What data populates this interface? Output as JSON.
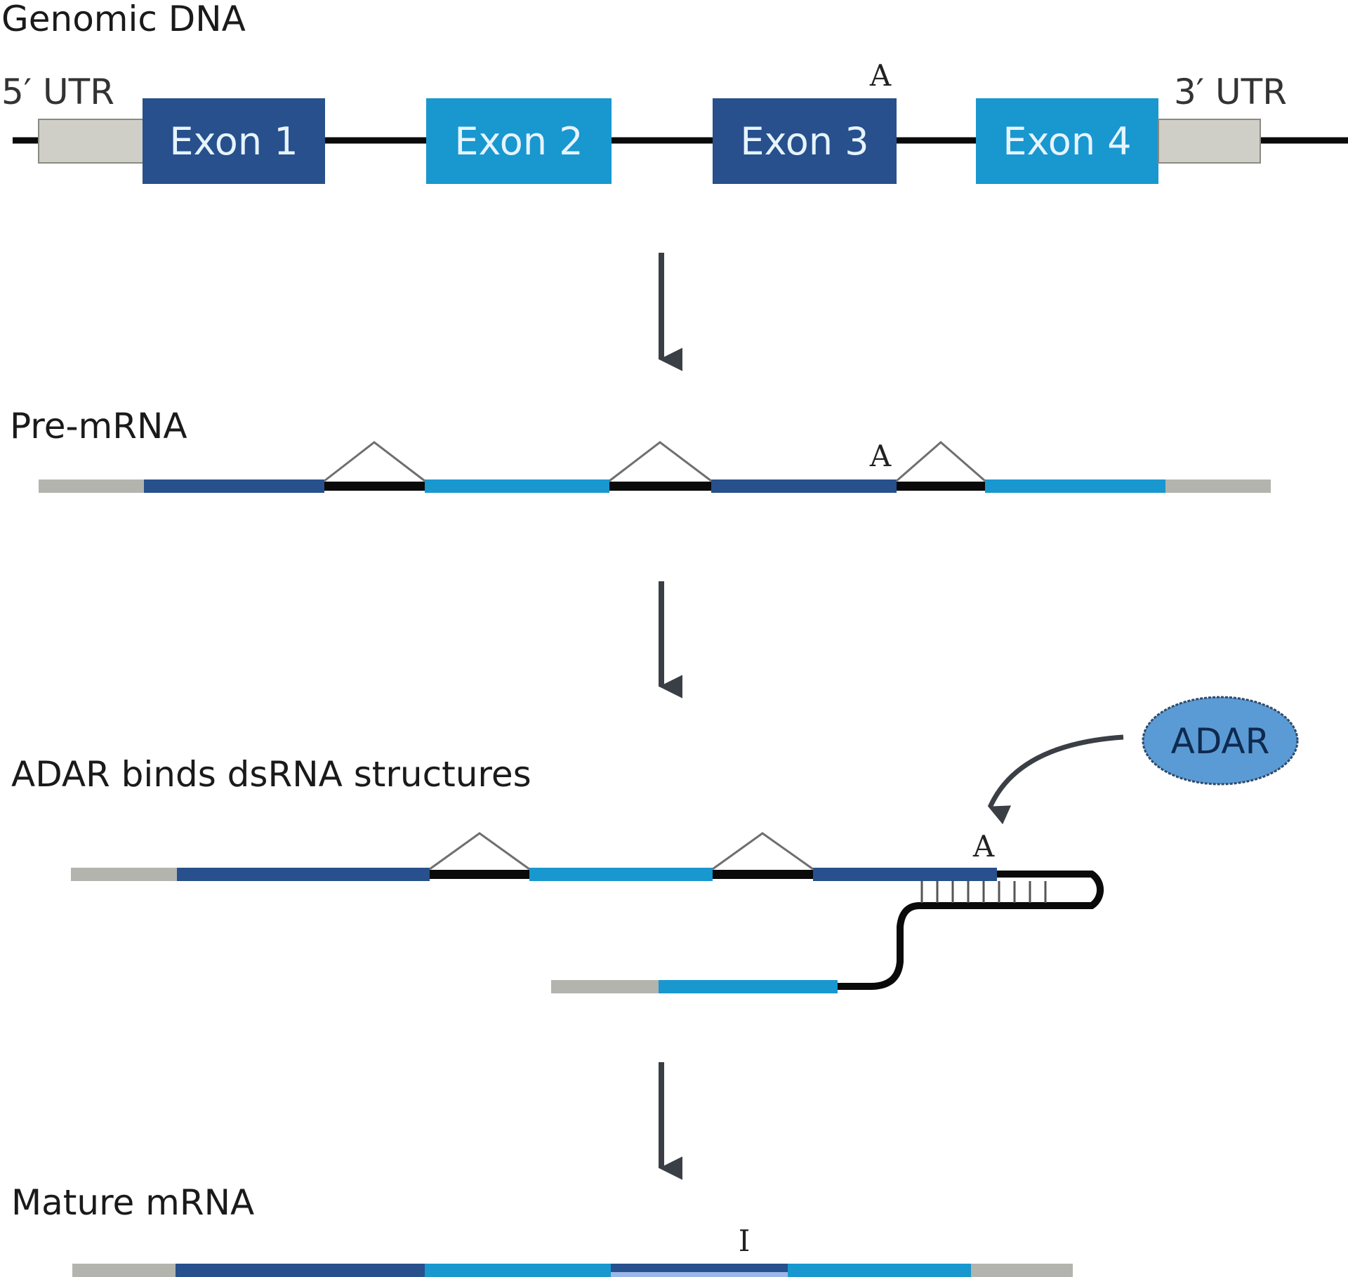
{
  "colors": {
    "exon_dark": "#27508c",
    "exon_light": "#1997cf",
    "utr": "#b4b4ae",
    "utr_box": "#cfcfc8",
    "intron": "#0a0a0a",
    "arrow": "#3a3f45",
    "splice": "#6f6f6f",
    "adar_fill": "#5b9bd5",
    "adar_stroke": "#2e4a6b",
    "edited_under": "#9bb7e8"
  },
  "stages": {
    "genomic_dna": {
      "title": "Genomic DNA",
      "utr5_label": "5′ UTR",
      "utr3_label": "3′ UTR",
      "exons": [
        "Exon 1",
        "Exon 2",
        "Exon 3",
        "Exon 4"
      ],
      "edit_site_base": "A"
    },
    "pre_mrna": {
      "title": "Pre-mRNA",
      "edit_site_base": "A"
    },
    "adar_binding": {
      "title": "ADAR binds dsRNA structures",
      "enzyme_label": "ADAR",
      "edit_site_base": "A"
    },
    "mature_mrna": {
      "title": "Mature mRNA",
      "edited_base": "I"
    }
  }
}
